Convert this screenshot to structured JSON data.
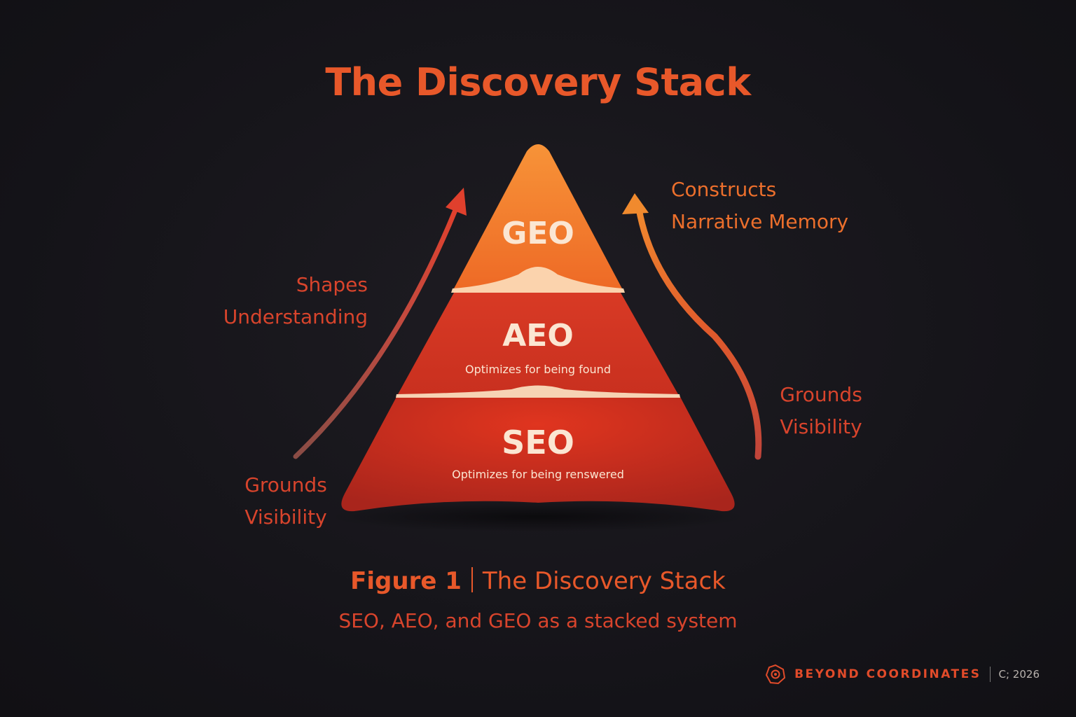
{
  "title": "The Discovery Stack",
  "tiers": {
    "top": {
      "label": "GEO"
    },
    "middle": {
      "label": "AEO",
      "subtitle": "Optimizes for being found"
    },
    "bottom": {
      "label": "SEO",
      "subtitle": "Optimizes for being renswered"
    }
  },
  "left_annotations": {
    "upper": [
      "Shapes",
      "Understanding"
    ],
    "lower": [
      "Grounds",
      "Visibility"
    ]
  },
  "right_annotations": {
    "upper": [
      "Constructs",
      "Narrative Memory"
    ],
    "lower": [
      "Grounds",
      "Visibility"
    ]
  },
  "caption": {
    "figure": "Figure 1",
    "title": "The Discovery Stack",
    "subtitle": "SEO, AEO, and GEO as a stacked system"
  },
  "footer": {
    "brand": "BEYOND COORDINATES",
    "year": "C; 2026"
  },
  "colors": {
    "accent": "#e8582a",
    "geo_top": "#f58a33",
    "aeo": "#d63a26",
    "seo": "#c42a1f",
    "text_light": "#fbe6d2",
    "background": "#16151a"
  }
}
